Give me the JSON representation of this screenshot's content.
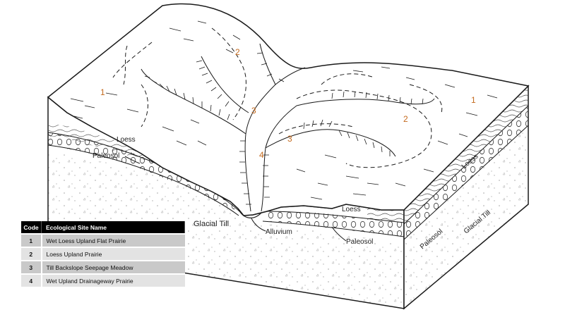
{
  "diagram": {
    "site_codes": [
      "1",
      "2",
      "3",
      "4",
      "3",
      "2",
      "1"
    ],
    "labels": {
      "loess": "Loess",
      "paleosol": "Paleosol",
      "glacial_till": "Glacial Till",
      "alluvium": "Alluvium"
    }
  },
  "legend": {
    "headers": {
      "code": "Code",
      "name": "Ecological Site Name"
    },
    "rows": [
      {
        "code": "1",
        "name": "Wet Loess Upland Flat Prairie"
      },
      {
        "code": "2",
        "name": "Loess Upland Prairie"
      },
      {
        "code": "3",
        "name": "Till Backslope Seepage Meadow"
      },
      {
        "code": "4",
        "name": "Wet Upland Drainageway Prairie"
      }
    ]
  },
  "colors": {
    "site_code": "#c46a1e",
    "legend_header_bg": "#000000",
    "line": "#1a1a1a"
  }
}
